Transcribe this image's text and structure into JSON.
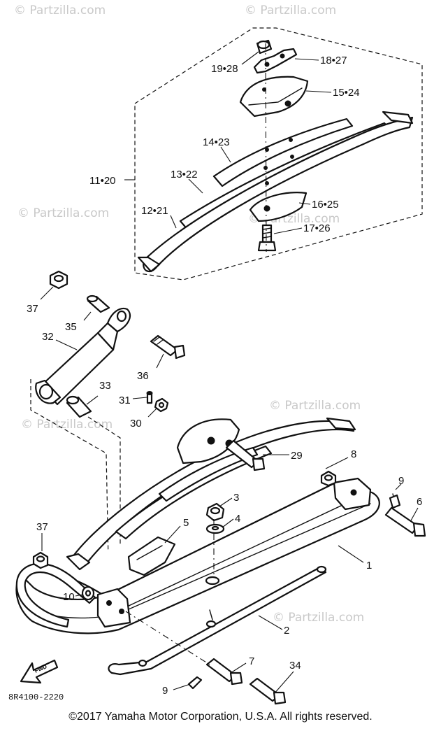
{
  "watermarks": [
    "© Partzilla.com",
    "© Partzilla.com",
    "© Partzilla.com",
    "© Partzilla.com",
    "© Partzilla.com",
    "© Partzilla.com",
    "© Partzilla.com"
  ],
  "labels": {
    "p19_28": "19•28",
    "p18_27": "18•27",
    "p15_24": "15•24",
    "p14_23": "14•23",
    "p11_20": "11•20",
    "p13_22": "13•22",
    "p12_21": "12•21",
    "p16_25": "16•25",
    "p17_26": "17•26",
    "p37a": "37",
    "p35": "35",
    "p32": "32",
    "p36": "36",
    "p33": "33",
    "p31": "31",
    "p30": "30",
    "p29": "29",
    "p8": "8",
    "p9a": "9",
    "p6": "6",
    "p3": "3",
    "p4": "4",
    "p5": "5",
    "p1": "1",
    "p37b": "37",
    "p10": "10",
    "p2": "2",
    "p7": "7",
    "p34": "34",
    "p9b": "9",
    "fwd": "FWD"
  },
  "part_code": "8R4100-2220",
  "copyright": "©2017  Yamaha Motor Corporation, U.S.A. All rights reserved."
}
